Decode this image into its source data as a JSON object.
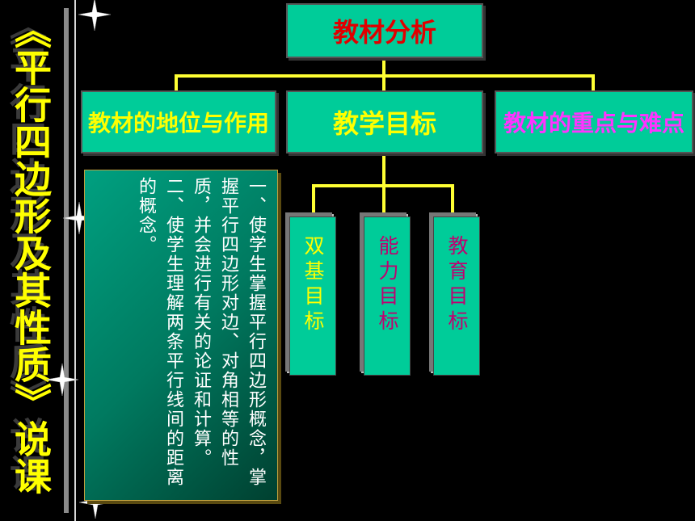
{
  "side_title": "《平行四边形及其性质》说课",
  "top_box": {
    "label": "教材分析"
  },
  "level2": [
    {
      "label": "教材的地位与作用"
    },
    {
      "label": "教学目标"
    },
    {
      "label": "教材的重点与难点"
    }
  ],
  "goals": [
    {
      "label": "双基目标"
    },
    {
      "label": "能力目标"
    },
    {
      "label": "教育目标"
    }
  ],
  "panel_text": [
    "一、使学生掌握平行四边形概念，掌握平行四边形对边、对角相等的性质，并会进行有关的论证和计算。",
    "二、使学生理解两条平行线间的距离的概念。"
  ],
  "colors": {
    "box_fill": "#00cc99",
    "connector": "#ffff33",
    "title_yellow": "#ffff00",
    "red_text": "#e00000",
    "magenta_text": "#ff33ff",
    "yellow_text": "#ffff00",
    "purple_text": "#c00070"
  }
}
